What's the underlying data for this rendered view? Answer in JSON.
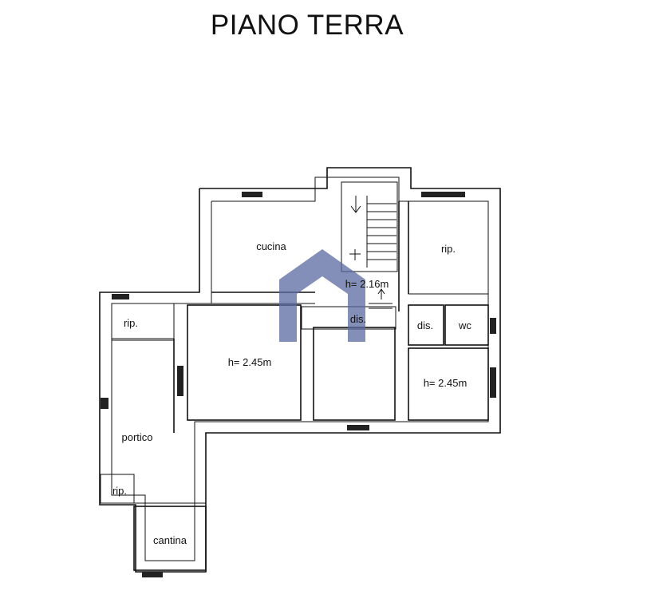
{
  "title": "PIANO TERRA",
  "rooms": {
    "cucina": "cucina",
    "rip_top": "rip.",
    "rip_left": "rip.",
    "rip_small": "rip.",
    "stair_height": "h= 2.16m",
    "dis_center": "dis.",
    "dis_right": "dis.",
    "wc": "wc",
    "room_left_height": "h= 2.45m",
    "room_right_height": "h= 2.45m",
    "portico": "portico",
    "cantina": "cantina"
  },
  "colors": {
    "line": "#111111",
    "watermark": "#5a6aa0"
  },
  "icons": {
    "watermark": "house-logo-icon",
    "stair_arrow": "down-arrow-icon"
  }
}
